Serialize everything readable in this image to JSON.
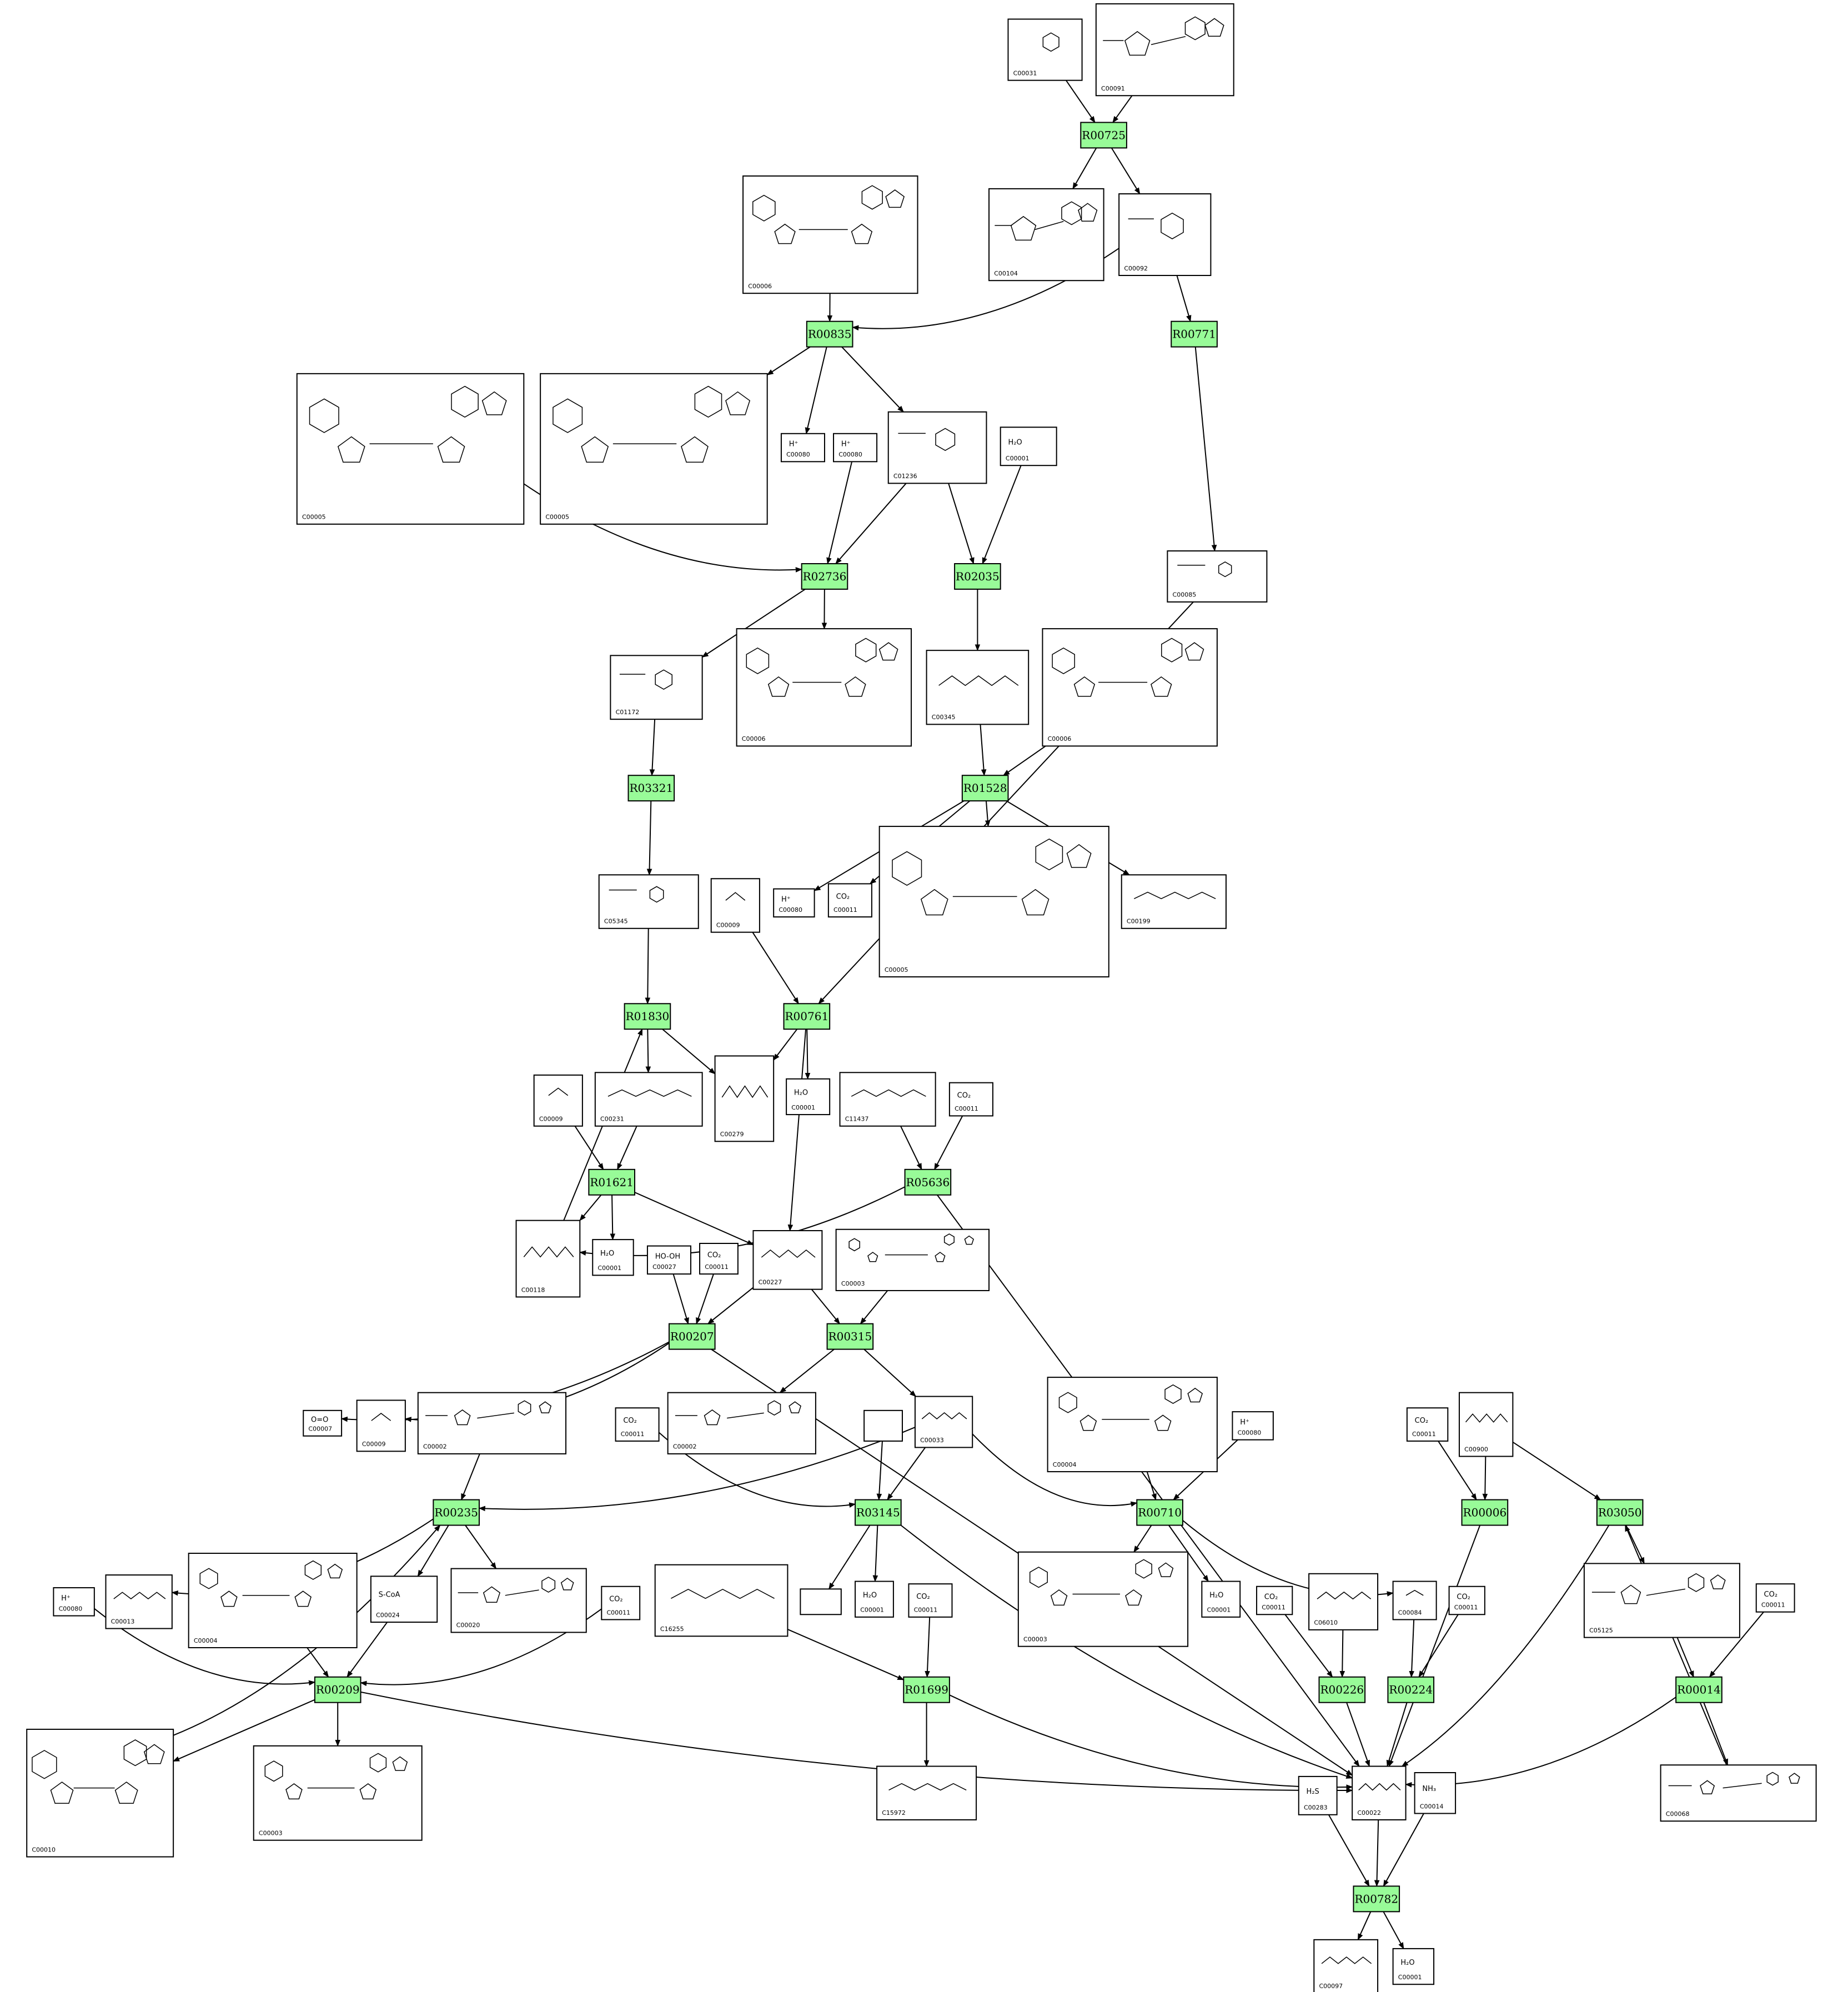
{
  "reactions": [
    "R00725",
    "R00835",
    "R00771",
    "R02736",
    "R02035",
    "R03321",
    "R01528",
    "R01830",
    "R00761",
    "R01621",
    "R05636",
    "R00207",
    "R00315",
    "R00235",
    "R03145",
    "R00710",
    "R00006",
    "R03050",
    "R00209",
    "R01699",
    "R00226",
    "R00224",
    "R00014",
    "R00782"
  ],
  "compounds": [
    {
      "id": "C00031",
      "label": "C00031",
      "formula": ""
    },
    {
      "id": "C00091",
      "label": "C00091",
      "formula": ""
    },
    {
      "id": "C00006a",
      "label": "C00006",
      "formula": ""
    },
    {
      "id": "C00104",
      "label": "C00104",
      "formula": ""
    },
    {
      "id": "C00092",
      "label": "C00092",
      "formula": ""
    },
    {
      "id": "C00005a",
      "label": "C00005",
      "formula": ""
    },
    {
      "id": "C00005b",
      "label": "C00005",
      "formula": ""
    },
    {
      "id": "C00080a",
      "label": "C00080",
      "formula": "H⁺"
    },
    {
      "id": "C00080b",
      "label": "C00080",
      "formula": "H⁺"
    },
    {
      "id": "C01236",
      "label": "C01236",
      "formula": ""
    },
    {
      "id": "C00001a",
      "label": "C00001",
      "formula": "H₂O"
    },
    {
      "id": "C00085",
      "label": "C00085",
      "formula": ""
    },
    {
      "id": "C01172",
      "label": "C01172",
      "formula": ""
    },
    {
      "id": "C00006b",
      "label": "C00006",
      "formula": ""
    },
    {
      "id": "C00345",
      "label": "C00345",
      "formula": ""
    },
    {
      "id": "C00006c",
      "label": "C00006",
      "formula": ""
    },
    {
      "id": "C05345",
      "label": "C05345",
      "formula": ""
    },
    {
      "id": "C00009a",
      "label": "C00009",
      "formula": ""
    },
    {
      "id": "C00080c",
      "label": "C00080",
      "formula": "H⁺"
    },
    {
      "id": "C00011a",
      "label": "C00011",
      "formula": "CO₂"
    },
    {
      "id": "C00005c",
      "label": "C00005",
      "formula": ""
    },
    {
      "id": "C00199",
      "label": "C00199",
      "formula": ""
    },
    {
      "id": "C00009b",
      "label": "C00009",
      "formula": ""
    },
    {
      "id": "C00231",
      "label": "C00231",
      "formula": ""
    },
    {
      "id": "C00279",
      "label": "C00279",
      "formula": ""
    },
    {
      "id": "C00001b",
      "label": "C00001",
      "formula": "H₂O"
    },
    {
      "id": "C11437",
      "label": "C11437",
      "formula": ""
    },
    {
      "id": "C00011b",
      "label": "C00011",
      "formula": "CO₂"
    },
    {
      "id": "C00118",
      "label": "C00118",
      "formula": ""
    },
    {
      "id": "C00001c",
      "label": "C00001",
      "formula": "H₂O"
    },
    {
      "id": "C00027",
      "label": "C00027",
      "formula": "HO-OH"
    },
    {
      "id": "C00011c",
      "label": "C00011",
      "formula": "CO₂"
    },
    {
      "id": "C00227",
      "label": "C00227",
      "formula": ""
    },
    {
      "id": "C00003a",
      "label": "C00003",
      "formula": ""
    },
    {
      "id": "C00007",
      "label": "C00007",
      "formula": "O=O"
    },
    {
      "id": "C00009c",
      "label": "C00009",
      "formula": ""
    },
    {
      "id": "C00002a",
      "label": "C00002",
      "formula": ""
    },
    {
      "id": "C00011d",
      "label": "C00011",
      "formula": "CO₂"
    },
    {
      "id": "C00002b",
      "label": "C00002",
      "formula": ""
    },
    {
      "id": "blank1",
      "label": "",
      "formula": ""
    },
    {
      "id": "C00033",
      "label": "C00033",
      "formula": ""
    },
    {
      "id": "C00004a",
      "label": "C00004",
      "formula": ""
    },
    {
      "id": "C00080d",
      "label": "C00080",
      "formula": "H⁺"
    },
    {
      "id": "C00011e",
      "label": "C00011",
      "formula": "CO₂"
    },
    {
      "id": "C00900",
      "label": "C00900",
      "formula": ""
    },
    {
      "id": "C00080e",
      "label": "C00080",
      "formula": "H⁺"
    },
    {
      "id": "C00013",
      "label": "C00013",
      "formula": ""
    },
    {
      "id": "C00004b",
      "label": "C00004",
      "formula": ""
    },
    {
      "id": "C00024",
      "label": "C00024",
      "formula": "S-CoA"
    },
    {
      "id": "C00020",
      "label": "C00020",
      "formula": ""
    },
    {
      "id": "C00011f",
      "label": "C00011",
      "formula": "CO₂"
    },
    {
      "id": "C16255",
      "label": "C16255",
      "formula": ""
    },
    {
      "id": "blank2",
      "label": "",
      "formula": ""
    },
    {
      "id": "C00001d",
      "label": "C00001",
      "formula": "H₂O"
    },
    {
      "id": "C00011g",
      "label": "C00011",
      "formula": "CO₂"
    },
    {
      "id": "C00003b",
      "label": "C00003",
      "formula": ""
    },
    {
      "id": "C00001e",
      "label": "C00001",
      "formula": "H₂O"
    },
    {
      "id": "C00011h",
      "label": "C00011",
      "formula": "CO₂"
    },
    {
      "id": "C06010",
      "label": "C06010",
      "formula": ""
    },
    {
      "id": "C00084",
      "label": "C00084",
      "formula": ""
    },
    {
      "id": "C00011i",
      "label": "C00011",
      "formula": "CO₂"
    },
    {
      "id": "C05125",
      "label": "C05125",
      "formula": ""
    },
    {
      "id": "C00011j",
      "label": "C00011",
      "formula": "CO₂"
    },
    {
      "id": "C00010",
      "label": "C00010",
      "formula": ""
    },
    {
      "id": "C00003c",
      "label": "C00003",
      "formula": ""
    },
    {
      "id": "C15972",
      "label": "C15972",
      "formula": ""
    },
    {
      "id": "C00283",
      "label": "C00283",
      "formula": "H₂S"
    },
    {
      "id": "C00022",
      "label": "C00022",
      "formula": ""
    },
    {
      "id": "C00014",
      "label": "C00014",
      "formula": "NH₃"
    },
    {
      "id": "C00068",
      "label": "C00068",
      "formula": ""
    },
    {
      "id": "C00097",
      "label": "C00097",
      "formula": ""
    },
    {
      "id": "C00001f",
      "label": "C00001",
      "formula": "H₂O"
    }
  ]
}
